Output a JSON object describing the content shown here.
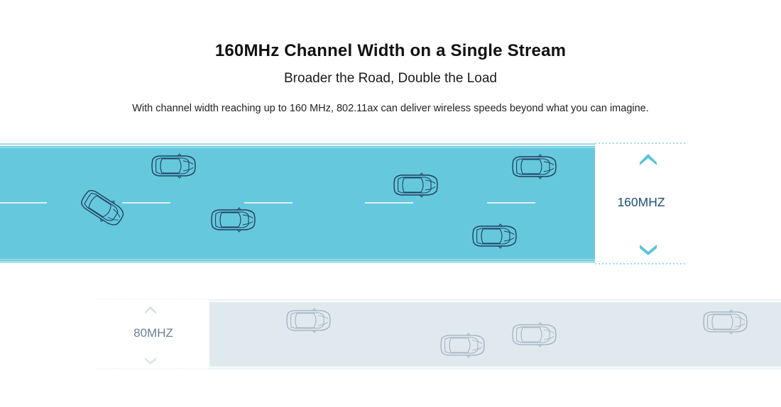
{
  "header": {
    "title": "160MHz Channel Width on a Single Stream",
    "subtitle": "Broader the Road, Double the Load",
    "description": "With channel width reaching up to 160 MHz, 802.11ax can deliver wireless speeds beyond what you can imagine."
  },
  "roads": {
    "wide": {
      "label": "160MHZ",
      "color": "#66c8dc",
      "edge_color": "#a6e0ec",
      "car_count": 6
    },
    "narrow": {
      "label": "80MHZ",
      "color": "#e0e9ee",
      "edge_color": "#eef3f6",
      "car_count": 4
    }
  },
  "icons": {
    "car": "car-icon",
    "up": "chevron-up-icon",
    "down": "chevron-down-icon"
  }
}
